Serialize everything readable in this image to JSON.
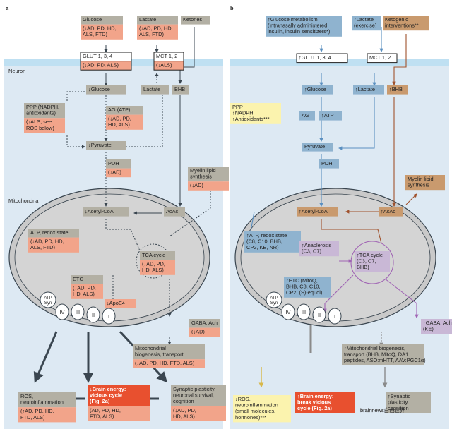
{
  "panels": {
    "a": {
      "label": "a",
      "neuron_label": "Neuron",
      "mito_label": "Mitochondria",
      "boxes": {
        "glucose_ext": {
          "head": [
            "Glucose"
          ],
          "body": [
            "(↓AD, PD, HD,",
            "ALS, FTD)"
          ]
        },
        "lactate_ext": {
          "head": [
            "Lactate"
          ],
          "body": [
            "(↓AD, PD, HD,",
            "ALS, FTD)"
          ]
        },
        "ketones_ext": {
          "head": [
            "Ketones"
          ],
          "body": []
        },
        "glut": {
          "head": [
            "GLUT 1, 3, 4"
          ],
          "body": [
            "(↓AD, PD, ALS)"
          ]
        },
        "mct": {
          "head": [
            "MCT 1, 2"
          ],
          "body": [
            "(↓ALS)"
          ]
        },
        "glucose_in": {
          "head": [
            "↓Glucose"
          ],
          "body": []
        },
        "lactate_in": {
          "head": [
            "Lactate"
          ],
          "body": []
        },
        "bhb": {
          "head": [
            "BHB"
          ],
          "body": []
        },
        "ppp": {
          "head": [
            "PPP (NADPH,",
            "antioxidants)"
          ],
          "body": [
            "(↓ALS; see",
            "ROS below)"
          ]
        },
        "ag": {
          "head": [
            "AG (ATP)"
          ],
          "body": [
            "(↓AD, PD,",
            "HD, ALS)"
          ]
        },
        "pyruvate": {
          "head": [
            "↓Pyruvate"
          ],
          "body": []
        },
        "pdh": {
          "head": [
            "PDH"
          ],
          "body": [
            "(↓AD)"
          ]
        },
        "myelin": {
          "head": [
            "Myelin lipid",
            "synthesis"
          ],
          "body": [
            "(↓AD)"
          ]
        },
        "acetylcoa": {
          "head": [
            "↓Acetyl-CoA"
          ],
          "body": []
        },
        "acac": {
          "head": [
            "AcAc"
          ],
          "body": []
        },
        "atp": {
          "head": [
            "ATP, redox state"
          ],
          "body": [
            "(↓AD, PD, HD,",
            "ALS, FTD)"
          ]
        },
        "tca": {
          "head": [
            "TCA cycle"
          ],
          "body": [
            "(↓AD, PD,",
            "HD, ALS)"
          ]
        },
        "etc": {
          "head": [
            "ETC"
          ],
          "body": [
            "(↓AD, PD,",
            "HD, ALS)"
          ]
        },
        "apoe": {
          "head": [
            "↓ApoE4"
          ],
          "body": []
        },
        "gaba": {
          "head": [
            "GABA, Ach"
          ],
          "body": [
            "(↓AD)"
          ]
        },
        "biogenesis": {
          "head": [
            "Mitochondrial",
            "biogenesis, transport"
          ],
          "body": [
            "(↓AD, PD, HD, FTD, ALS)"
          ]
        },
        "ros": {
          "head": [
            "ROS,",
            "neuroinflammation"
          ],
          "body": [
            "(↑AD, PD, HD,",
            "FTD, ALS)"
          ]
        },
        "brain_energy": {
          "head": [
            "↓Brain energy:",
            "vicious cycle",
            "(Fig. 2a)"
          ],
          "body": [
            "(AD, PD, HD,",
            "FTD, ALS)"
          ]
        },
        "synaptic": {
          "head": [
            "Synaptic plasticity,",
            "neuronal survival,",
            "cognition"
          ],
          "body": [
            "(↓AD, PD,",
            "HD, ALS)"
          ]
        }
      },
      "complexes": [
        "IV",
        "III",
        "II",
        "I"
      ],
      "atp_synthase": [
        "ATP",
        "Syn"
      ]
    },
    "b": {
      "label": "b",
      "boxes": {
        "glucose_metab": {
          "head": [
            "↑Glucose metabolism",
            "(intranasally administered",
            "insulin, insulin sensitizers*)"
          ]
        },
        "lactate_ext": {
          "head": [
            "↑Lactate",
            "(exercise)"
          ]
        },
        "ketogenic": {
          "head": [
            "Ketogenic",
            "interventions**"
          ]
        },
        "glut": {
          "head": [
            "↑GLUT 1, 3, 4"
          ]
        },
        "mct": {
          "head": [
            "MCT 1, 2"
          ]
        },
        "glucose_in": {
          "head": [
            "↑Glucose"
          ]
        },
        "lactate_in": {
          "head": [
            "↑Lactate"
          ]
        },
        "bhb": {
          "head": [
            "↑BHB"
          ]
        },
        "ppp": {
          "head": [
            "PPP",
            "↑NADPH,",
            "↑Antioxidants***"
          ]
        },
        "ag": {
          "head": [
            "AG"
          ]
        },
        "atp_small": {
          "head": [
            "↑ATP"
          ]
        },
        "pyruvate": {
          "head": [
            "Pyruvate"
          ]
        },
        "pdh": {
          "head": [
            "PDH"
          ]
        },
        "myelin": {
          "head": [
            "Myelin lipid",
            "synthesis"
          ]
        },
        "acetylcoa": {
          "head": [
            "↑Acetyl-CoA"
          ]
        },
        "acac": {
          "head": [
            "↑AcAc"
          ]
        },
        "atp_redox": {
          "head": [
            "↑ATP, redox state",
            "(C8, C10, BHB,",
            "CP2, KE, NR)"
          ]
        },
        "anaplerosis": {
          "head": [
            "↑Anaplerosis",
            "(C3, C7)"
          ]
        },
        "tca": {
          "head": [
            "↑TCA cycle",
            "(C3, C7,",
            "BHB)"
          ]
        },
        "etc": {
          "head": [
            "↑ETC (MitoQ,",
            "BHB, C8, C10,",
            "CP2, (S)-equol)"
          ]
        },
        "gaba": {
          "head": [
            "↑GABA, Ach",
            "(KE)"
          ]
        },
        "biogenesis": {
          "head": [
            "↑Mitochondrial biogenesis,",
            "transport (BHB, MitoQ, DA1",
            "peptides, ASO:mHTT, AAV:PGC1α)"
          ]
        },
        "ros": {
          "head": [
            "↓ROS,",
            "neuroinflammation",
            "(small molecules,",
            "hormones)***"
          ]
        },
        "brain_energy": {
          "head": [
            "↑Brain energy:",
            "break vicious",
            "cycle (Fig. 2a)"
          ]
        },
        "synaptic": {
          "head": [
            "↑Synaptic",
            "plasticity,",
            "cognition"
          ]
        }
      },
      "complexes": [
        "IV",
        "III",
        "II",
        "I"
      ],
      "atp_synthase": [
        "ATP",
        "Syn"
      ]
    }
  },
  "watermark": "brainnews白色世界",
  "colors": {
    "membrane": "#bfe0f2",
    "panel_bg": "#dde9f3",
    "mito_fill": "#c9c9c9",
    "grey_head": "#b3b0a4",
    "salmon": "#f2a48a",
    "red": "#e8502f",
    "blue_box": "#8fb3cf",
    "brown_box": "#c99a6e",
    "yellow_box": "#fbf3ae",
    "purple_box": "#c9b8d6",
    "dark": "#3a4650"
  }
}
